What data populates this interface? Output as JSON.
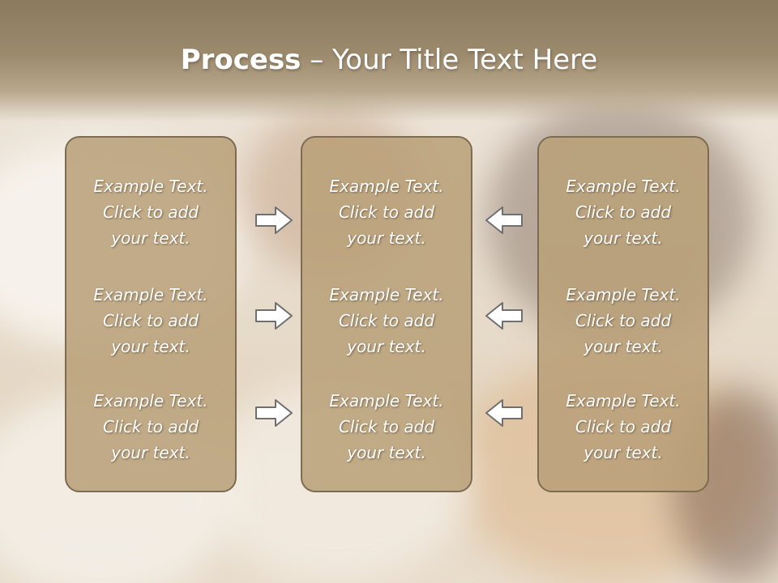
{
  "slide": {
    "title_bold": "Process",
    "title_rest": " – Your Title Text Here",
    "panels": [
      {
        "items": [
          "Example Text.\nClick  to add\nyour text.",
          "Example Text.\nClick  to add\nyour text.",
          "Example Text.\nClick  to add\nyour text."
        ]
      },
      {
        "items": [
          "Example Text.\nClick  to add\nyour text.",
          "Example Text.\nClick  to add\nyour text.",
          "Example Text.\nClick  to add\nyour text."
        ]
      },
      {
        "items": [
          "Example Text.\nClick  to add\nyour text.",
          "Example Text.\nClick  to add\nyour text.",
          "Example Text.\nClick  to add\nyour text."
        ]
      }
    ],
    "arrows_left": [
      "arrow-right-icon",
      "arrow-right-icon",
      "arrow-right-icon"
    ],
    "arrows_right": [
      "arrow-left-icon",
      "arrow-left-icon",
      "arrow-left-icon"
    ],
    "colors": {
      "header": "#9c8a6d",
      "panel_fill": "#b9a07a",
      "panel_border": "#7d6b52",
      "arrow_fill": "#ffffff",
      "arrow_stroke": "#6f6f6f"
    }
  }
}
